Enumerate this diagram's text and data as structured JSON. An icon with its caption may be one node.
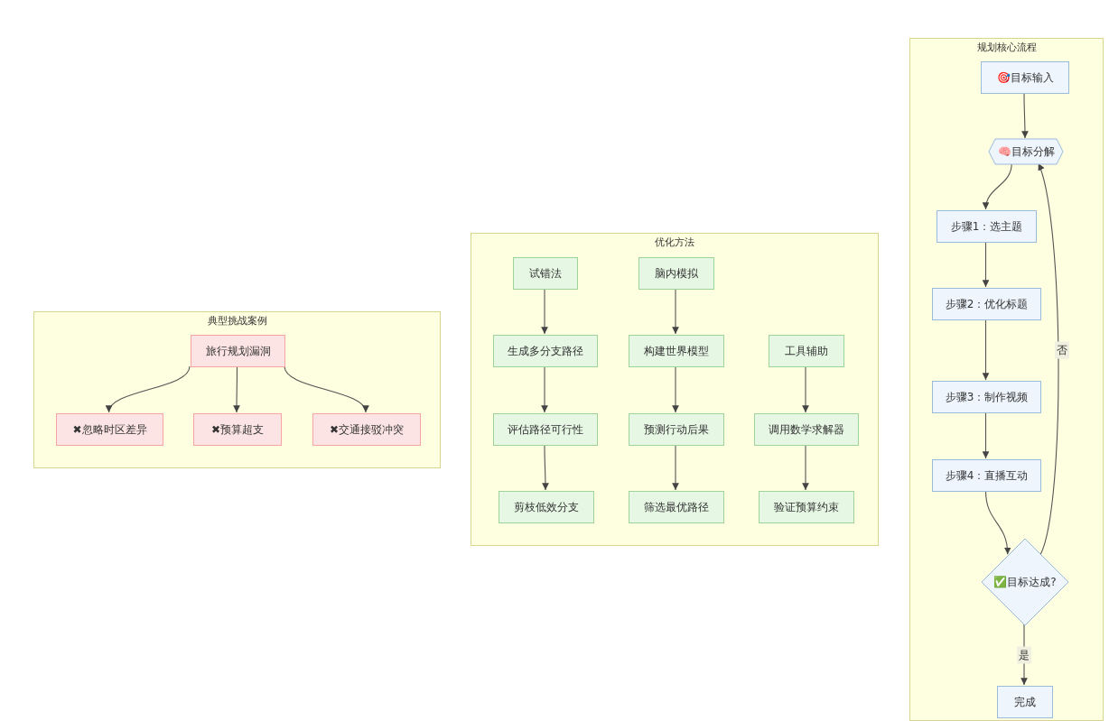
{
  "diagram": {
    "nodes": [
      {
        "text": [
          "典型挑战案例"
        ]
      },
      {
        "text": [
          "旅行规划漏洞"
        ],
        "in": 0
      },
      {
        "text": [
          "✖忽略时区差异"
        ],
        "in": 0
      },
      {
        "text": [
          "✖预算超支"
        ],
        "in": 0
      },
      {
        "text": [
          "✖交通接驳冲突"
        ],
        "in": 0
      },
      {
        "text": [
          "优化方法"
        ]
      },
      {
        "text": [
          "试错法"
        ],
        "in": 5
      },
      {
        "text": [
          "脑内模拟"
        ],
        "in": 5
      },
      {
        "text": [
          "生成多分支路径"
        ],
        "in": 5
      },
      {
        "text": [
          "构建世界模型"
        ],
        "in": 5
      },
      {
        "text": [
          "工具辅助"
        ],
        "in": 5
      },
      {
        "text": [
          "评估路径可行性"
        ],
        "in": 5
      },
      {
        "text": [
          "预测行动后果"
        ],
        "in": 5
      },
      {
        "text": [
          "调用数学求解器"
        ],
        "in": 5
      },
      {
        "text": [
          "剪枝低效分支"
        ],
        "in": 5
      },
      {
        "text": [
          "筛选最优路径"
        ],
        "in": 5
      },
      {
        "text": [
          "验证预算约束"
        ],
        "in": 5
      },
      {
        "text": [
          "规划核心流程"
        ]
      },
      {
        "text": [
          "🎯目标输入"
        ],
        "in": 17
      },
      {
        "text": [
          "🧠目标分解"
        ],
        "in": 17
      },
      {
        "text": [
          "步骤1：选主题"
        ],
        "in": 17
      },
      {
        "text": [
          "步骤2：优化标题"
        ],
        "in": 17
      },
      {
        "text": [
          "步骤3：制作视频"
        ],
        "in": 17
      },
      {
        "text": [
          "步骤4：直播互动"
        ],
        "in": 17
      },
      {
        "text": [
          "✅目标达成?"
        ],
        "in": 17
      },
      {
        "text": [
          "完成"
        ],
        "in": 17
      }
    ],
    "edges": [
      {
        "from": 1,
        "to": 2,
        "arrow": "to"
      },
      {
        "from": 1,
        "to": 3,
        "arrow": "to"
      },
      {
        "from": 1,
        "to": 4,
        "arrow": "to"
      },
      {
        "from": 6,
        "to": 8,
        "arrow": "to"
      },
      {
        "from": 8,
        "to": 11,
        "arrow": "to"
      },
      {
        "from": 11,
        "to": 14,
        "arrow": "to"
      },
      {
        "from": 7,
        "to": 9,
        "arrow": "to"
      },
      {
        "from": 9,
        "to": 12,
        "arrow": "to"
      },
      {
        "from": 12,
        "to": 15,
        "arrow": "to"
      },
      {
        "from": 10,
        "to": 13,
        "arrow": "to"
      },
      {
        "from": 13,
        "to": 16,
        "arrow": "to"
      },
      {
        "from": 18,
        "to": 19,
        "arrow": "to"
      },
      {
        "from": 19,
        "to": 20,
        "arrow": "to"
      },
      {
        "from": 20,
        "to": 21,
        "arrow": "to"
      },
      {
        "from": 21,
        "to": 22,
        "arrow": "to"
      },
      {
        "from": 22,
        "to": 23,
        "arrow": "to"
      },
      {
        "from": 23,
        "to": 24,
        "arrow": "to"
      },
      {
        "from": 24,
        "to": 19,
        "arrow": "to",
        "label": "否"
      },
      {
        "from": 24,
        "to": 25,
        "arrow": "to",
        "label": "是"
      }
    ]
  }
}
